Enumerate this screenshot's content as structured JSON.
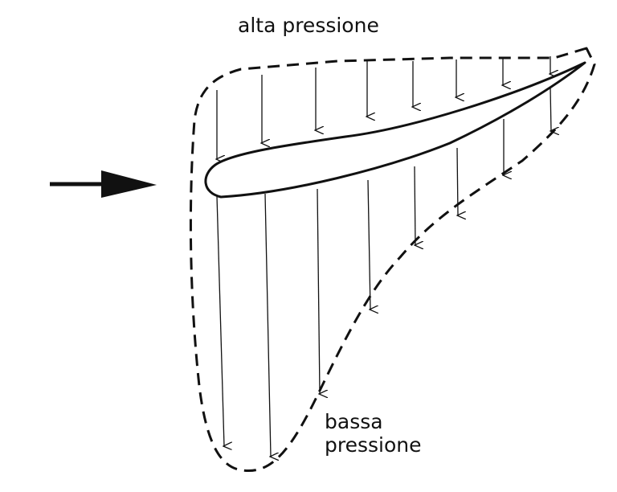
{
  "labels": {
    "high_pressure": "alta pressione",
    "low_pressure_line1": "bassa",
    "low_pressure_line2": "pressione"
  },
  "colors": {
    "ink": "#111111",
    "background": "#ffffff"
  }
}
